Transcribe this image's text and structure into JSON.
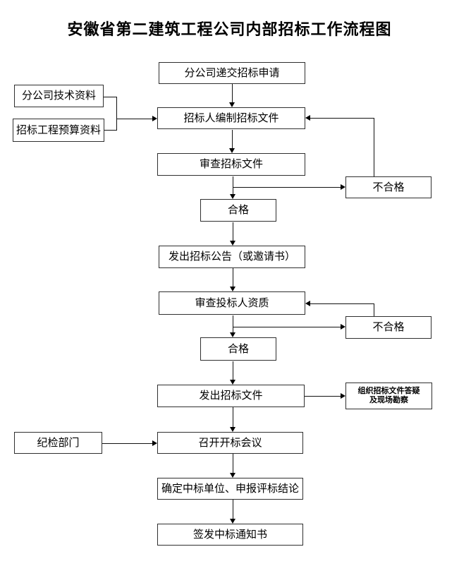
{
  "title": "安徽省第二建筑工程公司内部招标工作流程图",
  "colors": {
    "background": "#ffffff",
    "box_border": "#2f2f2f",
    "line": "#111111",
    "text": "#000000"
  },
  "diagram": {
    "type": "flowchart",
    "nodes": {
      "apply": "分公司递交招标申请",
      "tech": "分公司技术资料",
      "budget": "招标工程预算资料",
      "compile": "招标人编制招标文件",
      "review_docs": "审查招标文件",
      "fail1": "不合格",
      "pass1": "合格",
      "announce": "发出招标公告（或邀请书）",
      "review_bidders": "审查投标人资质",
      "fail2": "不合格",
      "pass2": "合格",
      "issue_docs": "发出招标文件",
      "qa": "组织招标文件答疑\n及现场勘察",
      "discipline": "纪检部门",
      "open_meeting": "召开开标会议",
      "determine": "确定中标单位、申报评标结论",
      "notify": "签发中标通知书"
    },
    "edges": [
      {
        "from": "分公司递交招标申请",
        "to": "招标人编制招标文件"
      },
      {
        "from": "分公司技术资料",
        "to": "招标人编制招标文件"
      },
      {
        "from": "招标工程预算资料",
        "to": "招标人编制招标文件"
      },
      {
        "from": "招标人编制招标文件",
        "to": "审查招标文件"
      },
      {
        "from": "审查招标文件",
        "to": "不合格"
      },
      {
        "from": "不合格",
        "to": "招标人编制招标文件"
      },
      {
        "from": "审查招标文件",
        "to": "合格"
      },
      {
        "from": "合格",
        "to": "发出招标公告（或邀请书）"
      },
      {
        "from": "发出招标公告（或邀请书）",
        "to": "审查投标人资质"
      },
      {
        "from": "审查投标人资质",
        "to": "不合格"
      },
      {
        "from": "不合格",
        "to": "审查投标人资质"
      },
      {
        "from": "审查投标人资质",
        "to": "合格"
      },
      {
        "from": "合格",
        "to": "发出招标文件"
      },
      {
        "from": "发出招标文件",
        "to": "组织招标文件答疑及现场勘察"
      },
      {
        "from": "发出招标文件",
        "to": "召开开标会议"
      },
      {
        "from": "纪检部门",
        "to": "召开开标会议"
      },
      {
        "from": "召开开标会议",
        "to": "确定中标单位、申报评标结论"
      },
      {
        "from": "确定中标单位、申报评标结论",
        "to": "签发中标通知书"
      }
    ]
  }
}
